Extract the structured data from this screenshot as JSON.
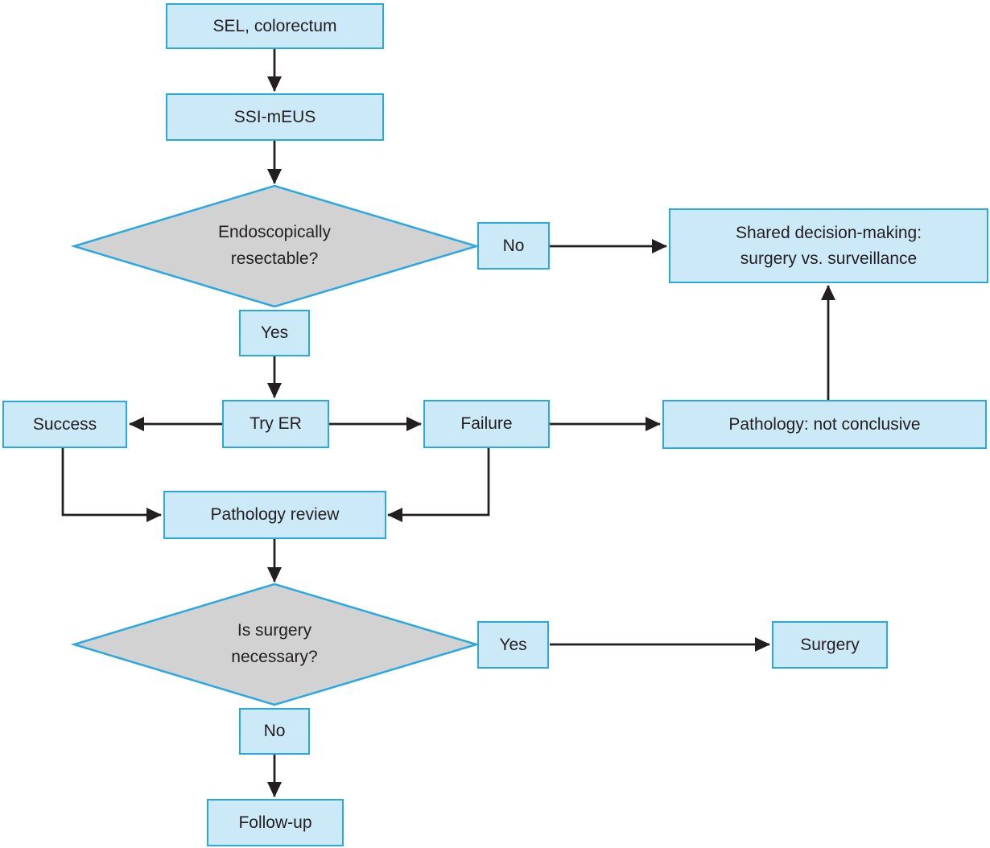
{
  "diagram": {
    "type": "flowchart",
    "nodes": {
      "sel": {
        "label": "SEL, colorectum"
      },
      "ssi_meus": {
        "label": "SSI-mEUS"
      },
      "resectable": {
        "label": "Endoscopically\nresectable?"
      },
      "resectable_yes": {
        "label": "Yes"
      },
      "resectable_no": {
        "label": "No"
      },
      "shared_decision": {
        "label": "Shared decision-making:\nsurgery vs. surveillance"
      },
      "success": {
        "label": "Success"
      },
      "try_er": {
        "label": "Try ER"
      },
      "failure": {
        "label": "Failure"
      },
      "pathology_not_conclusive": {
        "label": "Pathology: not conclusive"
      },
      "pathology_review": {
        "label": "Pathology review"
      },
      "surgery_necessary": {
        "label": "Is surgery\nnecessary?"
      },
      "surgery_yes": {
        "label": "Yes"
      },
      "surgery": {
        "label": "Surgery"
      },
      "surgery_no": {
        "label": "No"
      },
      "follow_up": {
        "label": "Follow-up"
      }
    },
    "edges": [
      {
        "from": "SEL, colorectum",
        "to": "SSI-mEUS"
      },
      {
        "from": "SSI-mEUS",
        "to": "Endoscopically resectable?"
      },
      {
        "from": "Endoscopically resectable?",
        "via": "No",
        "to": "Shared decision-making: surgery vs. surveillance"
      },
      {
        "from": "Endoscopically resectable?",
        "via": "Yes",
        "to": "Try ER"
      },
      {
        "from": "Try ER",
        "to": "Success"
      },
      {
        "from": "Try ER",
        "to": "Failure"
      },
      {
        "from": "Failure",
        "to": "Pathology: not conclusive"
      },
      {
        "from": "Pathology: not conclusive",
        "to": "Shared decision-making: surgery vs. surveillance"
      },
      {
        "from": "Success",
        "to": "Pathology review"
      },
      {
        "from": "Failure",
        "to": "Pathology review"
      },
      {
        "from": "Pathology review",
        "to": "Is surgery necessary?"
      },
      {
        "from": "Is surgery necessary?",
        "via": "Yes",
        "to": "Surgery"
      },
      {
        "from": "Is surgery necessary?",
        "via": "No",
        "to": "Follow-up"
      }
    ]
  },
  "colors": {
    "node_fill": "#cce9f8",
    "node_border": "#2aa9e0",
    "decision_fill": "#d2d2d3",
    "arrow": "#231f20",
    "text": "#231f20"
  }
}
